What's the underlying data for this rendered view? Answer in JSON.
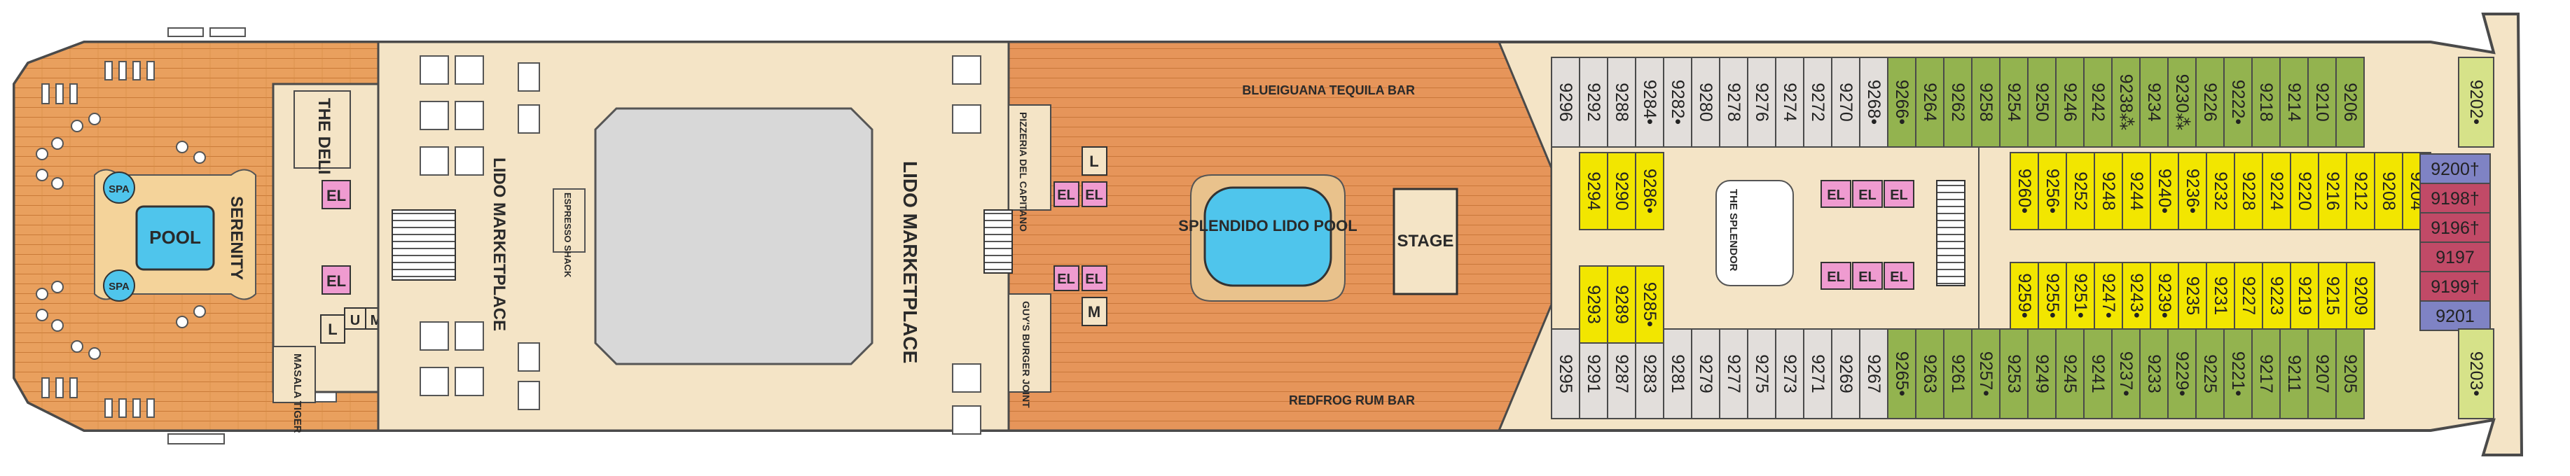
{
  "colors": {
    "deck_wood": "#e9a05e",
    "deck_wood_dark": "#d7833d",
    "interior": "#f4e4c6",
    "cabin_gray": "#e2dedb",
    "cabin_green": "#93b34f",
    "cabin_yellow": "#f2e600",
    "cabin_blue": "#7f83c4",
    "cabin_red": "#c14a67",
    "cabin_lime": "#d6e289",
    "pool_blue": "#4fc5ec",
    "elevator_pink": "#ef9bd0",
    "outline": "#4a4a4a"
  },
  "venues": {
    "serenity": "SERENITY",
    "pool": "POOL",
    "spa": "SPA",
    "the_deli": "THE DELI",
    "masala_tiger": "MASALA TIGER",
    "lido_marketplace": "LIDO MARKETPLACE",
    "espresso_shack": "ESPRESSO SHACK",
    "pizzeria": "PIZZERIA DEL CAPITANO",
    "guys_burger": "GUY'S BURGER JOINT",
    "splendido_pool": "SPLENDIDO LIDO POOL",
    "stage": "STAGE",
    "blueiguana": "BLUEIGUANA TEQUILA BAR",
    "redfrog": "REDFROG RUM BAR",
    "the_splendor": "THE SPLENDOR"
  },
  "labels": {
    "el": "EL",
    "l": "L",
    "m": "M",
    "u": "U"
  },
  "cabins": {
    "top_outer": [
      {
        "n": "9296",
        "c": "gray"
      },
      {
        "n": "9292",
        "c": "gray"
      },
      {
        "n": "9288",
        "c": "gray"
      },
      {
        "n": "9284",
        "c": "gray",
        "dot": "•"
      },
      {
        "n": "9282",
        "c": "gray",
        "dot": "•"
      },
      {
        "n": "9280",
        "c": "gray"
      },
      {
        "n": "9278",
        "c": "gray"
      },
      {
        "n": "9276",
        "c": "gray"
      },
      {
        "n": "9274",
        "c": "gray"
      },
      {
        "n": "9272",
        "c": "gray"
      },
      {
        "n": "9270",
        "c": "gray"
      },
      {
        "n": "9268",
        "c": "gray",
        "dot": "•"
      },
      {
        "n": "9266",
        "c": "green",
        "dot": "•"
      },
      {
        "n": "9264",
        "c": "green"
      },
      {
        "n": "9262",
        "c": "green"
      },
      {
        "n": "9258",
        "c": "green"
      },
      {
        "n": "9254",
        "c": "green"
      },
      {
        "n": "9250",
        "c": "green"
      },
      {
        "n": "9246",
        "c": "green"
      },
      {
        "n": "9242",
        "c": "green"
      },
      {
        "n": "9238",
        "c": "green",
        "dot": "⁂"
      },
      {
        "n": "9234",
        "c": "green"
      },
      {
        "n": "9230",
        "c": "green",
        "dot": "⁂"
      },
      {
        "n": "9226",
        "c": "green"
      },
      {
        "n": "9222",
        "c": "green",
        "dot": "•"
      },
      {
        "n": "9218",
        "c": "green"
      },
      {
        "n": "9214",
        "c": "green"
      },
      {
        "n": "9210",
        "c": "green"
      },
      {
        "n": "9206",
        "c": "green"
      }
    ],
    "bottom_outer": [
      {
        "n": "9295",
        "c": "gray"
      },
      {
        "n": "9291",
        "c": "gray"
      },
      {
        "n": "9287",
        "c": "gray"
      },
      {
        "n": "9283",
        "c": "gray"
      },
      {
        "n": "9281",
        "c": "gray"
      },
      {
        "n": "9279",
        "c": "gray"
      },
      {
        "n": "9277",
        "c": "gray"
      },
      {
        "n": "9275",
        "c": "gray"
      },
      {
        "n": "9273",
        "c": "gray"
      },
      {
        "n": "9271",
        "c": "gray"
      },
      {
        "n": "9269",
        "c": "gray"
      },
      {
        "n": "9267",
        "c": "gray"
      },
      {
        "n": "9265",
        "c": "green",
        "dot": "•"
      },
      {
        "n": "9263",
        "c": "green"
      },
      {
        "n": "9261",
        "c": "green"
      },
      {
        "n": "9257",
        "c": "green",
        "dot": "•"
      },
      {
        "n": "9253",
        "c": "green"
      },
      {
        "n": "9249",
        "c": "green"
      },
      {
        "n": "9245",
        "c": "green"
      },
      {
        "n": "9241",
        "c": "green"
      },
      {
        "n": "9237",
        "c": "green",
        "dot": "•"
      },
      {
        "n": "9233",
        "c": "green"
      },
      {
        "n": "9229",
        "c": "green",
        "dot": "•"
      },
      {
        "n": "9225",
        "c": "green"
      },
      {
        "n": "9221",
        "c": "green",
        "dot": "•"
      },
      {
        "n": "9217",
        "c": "green"
      },
      {
        "n": "9211",
        "c": "green"
      },
      {
        "n": "9207",
        "c": "green"
      },
      {
        "n": "9205",
        "c": "green"
      }
    ],
    "top_inner": [
      {
        "n": "9260",
        "c": "yellow",
        "dot": "•"
      },
      {
        "n": "9256",
        "c": "yellow",
        "dot": "•"
      },
      {
        "n": "9252",
        "c": "yellow"
      },
      {
        "n": "9248",
        "c": "yellow"
      },
      {
        "n": "9244",
        "c": "yellow"
      },
      {
        "n": "9240",
        "c": "yellow",
        "dot": "•"
      },
      {
        "n": "9236",
        "c": "yellow",
        "dot": "•"
      },
      {
        "n": "9232",
        "c": "yellow"
      },
      {
        "n": "9228",
        "c": "yellow"
      },
      {
        "n": "9224",
        "c": "yellow"
      },
      {
        "n": "9220",
        "c": "yellow"
      },
      {
        "n": "9216",
        "c": "yellow"
      },
      {
        "n": "9212",
        "c": "yellow"
      },
      {
        "n": "9208",
        "c": "yellow"
      },
      {
        "n": "9204",
        "c": "yellow"
      }
    ],
    "bottom_inner": [
      {
        "n": "9259",
        "c": "yellow",
        "dot": "•"
      },
      {
        "n": "9255",
        "c": "yellow",
        "dot": "•"
      },
      {
        "n": "9251",
        "c": "yellow",
        "dot": "•"
      },
      {
        "n": "9247",
        "c": "yellow",
        "dot": "•"
      },
      {
        "n": "9243",
        "c": "yellow",
        "dot": "•"
      },
      {
        "n": "9239",
        "c": "yellow",
        "dot": "•"
      },
      {
        "n": "9235",
        "c": "yellow"
      },
      {
        "n": "9231",
        "c": "yellow"
      },
      {
        "n": "9227",
        "c": "yellow"
      },
      {
        "n": "9223",
        "c": "yellow"
      },
      {
        "n": "9219",
        "c": "yellow"
      },
      {
        "n": "9215",
        "c": "yellow"
      },
      {
        "n": "9209",
        "c": "yellow"
      }
    ],
    "aft_top": [
      {
        "n": "9294",
        "c": "yellow"
      },
      {
        "n": "9290",
        "c": "yellow"
      },
      {
        "n": "9286",
        "c": "yellow",
        "dot": "•"
      }
    ],
    "aft_bottom": [
      {
        "n": "9293",
        "c": "yellow"
      },
      {
        "n": "9289",
        "c": "yellow"
      },
      {
        "n": "9285",
        "c": "yellow",
        "dot": "•"
      }
    ],
    "forward": [
      {
        "n": "9200",
        "c": "blue",
        "dot": "†"
      },
      {
        "n": "9198",
        "c": "red",
        "dot": "†"
      },
      {
        "n": "9196",
        "c": "red",
        "dot": "†"
      },
      {
        "n": "9197",
        "c": "red"
      },
      {
        "n": "9199",
        "c": "red",
        "dot": "†"
      },
      {
        "n": "9201",
        "c": "blue"
      }
    ],
    "bow_top": {
      "n": "9202",
      "c": "lime",
      "dot": "•"
    },
    "bow_bottom": {
      "n": "9203",
      "c": "lime",
      "dot": "•"
    }
  }
}
